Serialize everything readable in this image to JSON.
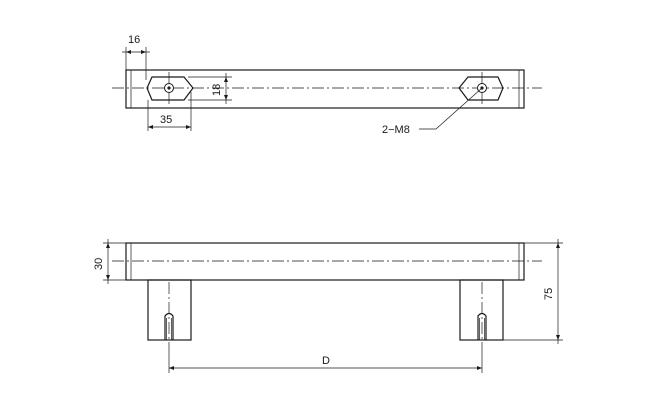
{
  "drawing": {
    "top_view": {
      "dim_offset_16": "16",
      "dim_width_18": "18",
      "dim_length_35": "35",
      "thread_callout": "2−M8"
    },
    "front_view": {
      "dim_thickness_30": "30",
      "dim_height_75": "75",
      "dim_center_distance": "D"
    }
  }
}
